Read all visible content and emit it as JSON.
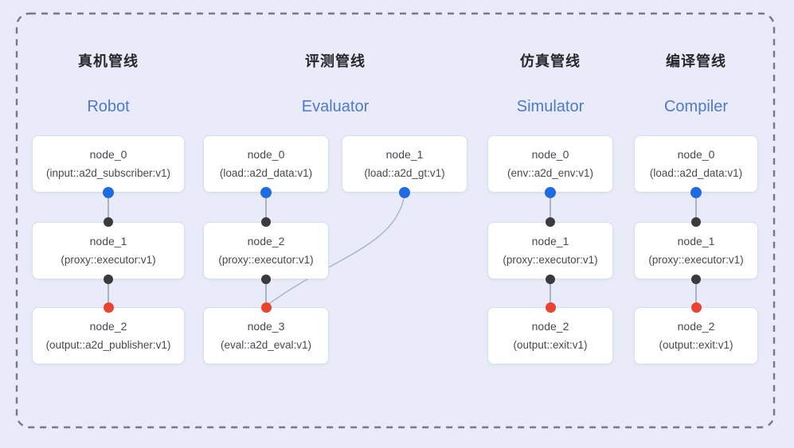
{
  "diagram": {
    "description_colors": {
      "background": "#e9ecf8",
      "dashed_border": "#747984",
      "node_background": "#ffffff",
      "node_border": "#dbdfe9",
      "node_text": "#46494f",
      "title_zh_color": "#26272c",
      "title_en_color": "#4e79ca",
      "edge_line": "#8b94a6",
      "curve_line": "#a9b2c7",
      "port_blue": "#1f6ce2",
      "port_black": "#3b3b3d",
      "port_red": "#ea4430"
    },
    "pipelines": [
      {
        "id": "robot",
        "title_zh": "真机管线",
        "title_en": "Robot",
        "nodes": [
          {
            "id": "robot-n0",
            "name": "node_0",
            "impl": "(input::a2d_subscriber:v1)",
            "col": 0,
            "row": 0
          },
          {
            "id": "robot-n1",
            "name": "node_1",
            "impl": "(proxy::executor:v1)",
            "col": 0,
            "row": 1
          },
          {
            "id": "robot-n2",
            "name": "node_2",
            "impl": "(output::a2d_publisher:v1)",
            "col": 0,
            "row": 2
          }
        ],
        "edges": [
          {
            "from": "robot-n0",
            "to": "robot-n1",
            "from_port": "blue",
            "to_port": "black",
            "curved": false
          },
          {
            "from": "robot-n1",
            "to": "robot-n2",
            "from_port": "black",
            "to_port": "red",
            "curved": false
          }
        ]
      },
      {
        "id": "evaluator",
        "title_zh": "评测管线",
        "title_en": "Evaluator",
        "nodes": [
          {
            "id": "eval-n0",
            "name": "node_0",
            "impl": "(load::a2d_data:v1)",
            "col": 0,
            "row": 0
          },
          {
            "id": "eval-n1",
            "name": "node_1",
            "impl": "(load::a2d_gt:v1)",
            "col": 1,
            "row": 0
          },
          {
            "id": "eval-n2",
            "name": "node_2",
            "impl": "(proxy::executor:v1)",
            "col": 0,
            "row": 1
          },
          {
            "id": "eval-n3",
            "name": "node_3",
            "impl": "(eval::a2d_eval:v1)",
            "col": 0,
            "row": 2
          }
        ],
        "edges": [
          {
            "from": "eval-n0",
            "to": "eval-n2",
            "from_port": "blue",
            "to_port": "black",
            "curved": false
          },
          {
            "from": "eval-n2",
            "to": "eval-n3",
            "from_port": "black",
            "to_port": "red",
            "curved": false
          },
          {
            "from": "eval-n1",
            "to": "eval-n3",
            "from_port": "blue",
            "to_port": "red",
            "curved": true
          }
        ]
      },
      {
        "id": "simulator",
        "title_zh": "仿真管线",
        "title_en": "Simulator",
        "nodes": [
          {
            "id": "sim-n0",
            "name": "node_0",
            "impl": "(env::a2d_env:v1)",
            "col": 0,
            "row": 0
          },
          {
            "id": "sim-n1",
            "name": "node_1",
            "impl": "(proxy::executor:v1)",
            "col": 0,
            "row": 1
          },
          {
            "id": "sim-n2",
            "name": "node_2",
            "impl": "(output::exit:v1)",
            "col": 0,
            "row": 2
          }
        ],
        "edges": [
          {
            "from": "sim-n0",
            "to": "sim-n1",
            "from_port": "blue",
            "to_port": "black",
            "curved": false
          },
          {
            "from": "sim-n1",
            "to": "sim-n2",
            "from_port": "black",
            "to_port": "red",
            "curved": false
          }
        ]
      },
      {
        "id": "compiler",
        "title_zh": "编译管线",
        "title_en": "Compiler",
        "nodes": [
          {
            "id": "comp-n0",
            "name": "node_0",
            "impl": "(load::a2d_data:v1)",
            "col": 0,
            "row": 0
          },
          {
            "id": "comp-n1",
            "name": "node_1",
            "impl": "(proxy::executor:v1)",
            "col": 0,
            "row": 1
          },
          {
            "id": "comp-n2",
            "name": "node_2",
            "impl": "(output::exit:v1)",
            "col": 0,
            "row": 2
          }
        ],
        "edges": [
          {
            "from": "comp-n0",
            "to": "comp-n1",
            "from_port": "blue",
            "to_port": "black",
            "curved": false
          },
          {
            "from": "comp-n1",
            "to": "comp-n2",
            "from_port": "black",
            "to_port": "red",
            "curved": false
          }
        ]
      }
    ]
  }
}
